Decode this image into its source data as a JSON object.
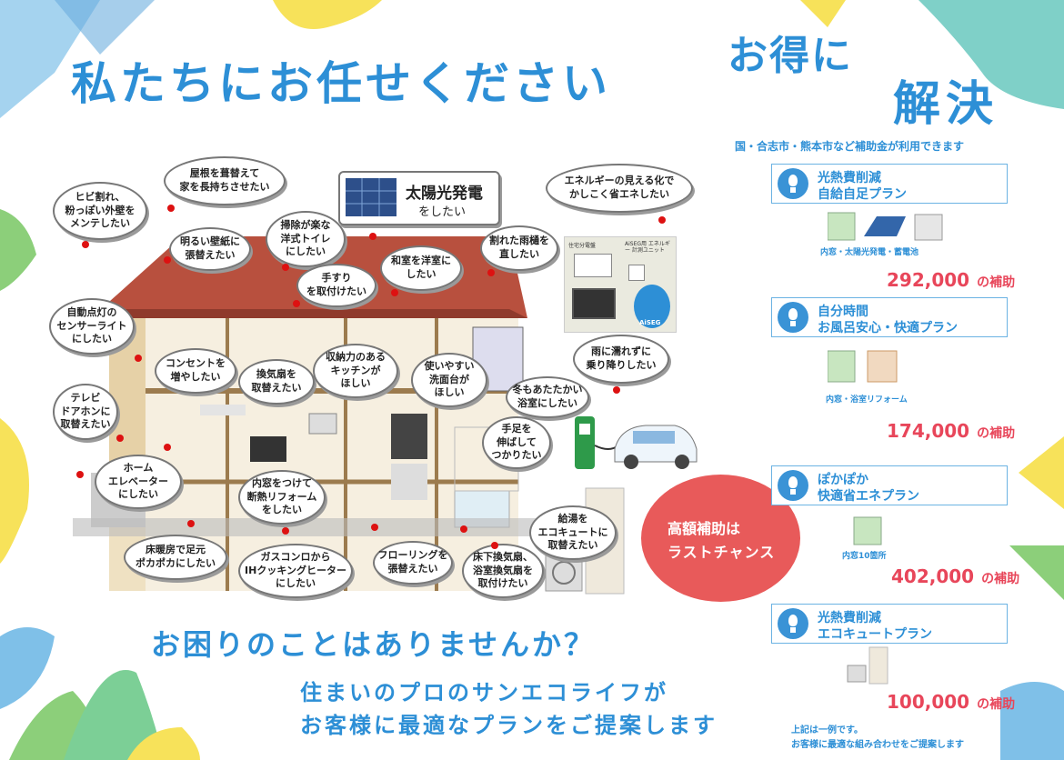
{
  "header": {
    "title_left": "私たちにお任せください",
    "title_right_line1": "お得に",
    "title_right_line2": "解決",
    "subsidy_note": "国・合志市・熊本市など補助金が利用できます"
  },
  "solar_banner": {
    "line1": "太陽光発電",
    "line2": "をしたい"
  },
  "bubbles": {
    "roof": [
      "屋根を葺替えて",
      "家を長持ちさせたい"
    ],
    "wall": [
      "ヒビ割れ、",
      "粉っぽい外壁を",
      "メンテしたい"
    ],
    "wallpaper": [
      "明るい壁紙に",
      "張替えたい"
    ],
    "toilet": [
      "掃除が楽な",
      "洋式トイレ",
      "にしたい"
    ],
    "handrail": [
      "手すり",
      "を取付けたい"
    ],
    "washitsu": [
      "和室を洋室に",
      "したい"
    ],
    "gutter": [
      "割れた雨樋を",
      "直したい"
    ],
    "energy": [
      "エネルギーの見える化で",
      "かしこく省エネしたい"
    ],
    "sensor_light": [
      "自動点灯の",
      "センサーライト",
      "にしたい"
    ],
    "outlet": [
      "コンセントを",
      "増やしたい"
    ],
    "fan": [
      "換気扇を",
      "取替えたい"
    ],
    "kitchen": [
      "収納力のある",
      "キッチンが",
      "ほしい"
    ],
    "washbasin": [
      "使いやすい",
      "洗面台が",
      "ほしい"
    ],
    "rain": [
      "雨に濡れずに",
      "乗り降りしたい"
    ],
    "warm_bath": [
      "冬もあたたかい",
      "浴室にしたい"
    ],
    "legs": [
      "手足を",
      "伸ばして",
      "つかりたい"
    ],
    "intercom": [
      "テレビ",
      "ドアホンに",
      "取替えたい"
    ],
    "elevator": [
      "ホーム",
      "エレベーター",
      "にしたい"
    ],
    "inner_window": [
      "内窓をつけて",
      "断熱リフォーム",
      "をしたい"
    ],
    "floor_heating": [
      "床暖房で足元",
      "ポカポカにしたい"
    ],
    "ih": [
      "ガスコンロから",
      "IHクッキングヒーター",
      "にしたい"
    ],
    "flooring": [
      "フローリングを",
      "張替えたい"
    ],
    "underfloor_fan": [
      "床下換気扇、",
      "浴室換気扇を",
      "取付けたい"
    ],
    "ecocute": [
      "給湯を",
      "エコキュートに",
      "取替えたい"
    ]
  },
  "aiseg_labels": {
    "meter": "住宅分電盤",
    "unit": "AiSEG用 エネルギー 計測ユニット",
    "device": "AiSEG"
  },
  "red_badge": {
    "line1": "高額補助は",
    "line2": "ラストチャンス"
  },
  "plans": [
    {
      "line1": "光熱費削減",
      "line2": "自給自足プラン",
      "items": "内窓・太陽光発電・蓄電池",
      "amount": "292,000",
      "suffix": "の補助"
    },
    {
      "line1": "自分時間",
      "line2": "お風呂安心・快適プラン",
      "items": "内窓・浴室リフォーム",
      "amount": "174,000",
      "suffix": "の補助"
    },
    {
      "line1": "ぽかぽか",
      "line2": "快適省エネプラン",
      "items": "内窓10箇所",
      "amount": "402,000",
      "suffix": "の補助"
    },
    {
      "line1": "光熱費削減",
      "line2": "エコキュートプラン",
      "items": "",
      "amount": "100,000",
      "suffix": "の補助"
    }
  ],
  "footer": {
    "question": "お困りのことはありませんか？",
    "line1": "住まいのプロのサンエコライフが",
    "line2": "お客様に最適なプランをご提案します",
    "note1": "上記は一例です。",
    "note2": "お客様に最適な組み合わせをご提案します"
  },
  "colors": {
    "accent_blue": "#2d8fd6",
    "amount_red": "#e8465a",
    "badge_red": "#e85a5a"
  }
}
